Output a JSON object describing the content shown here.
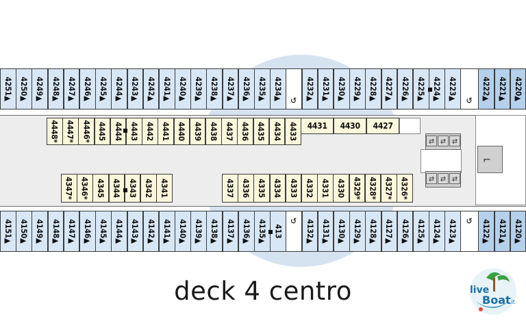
{
  "caption": "deck 4 centro",
  "logo": {
    "text_top": "live",
    "text_bottom": "Boat",
    "suffix": ".it"
  },
  "cabins": {
    "top_outer": [
      "4251▲",
      "4250▲",
      "4249▲",
      "4248▲",
      "4247▲",
      "4246▲",
      "4245▲",
      "4244▲",
      "4243▲",
      "4242▲",
      "4241▲",
      "4240▲",
      "4239▲",
      "4238▲",
      "4237▲",
      "4236▲",
      "4235▲",
      "4234▲",
      "",
      "4232▲",
      "4231▲",
      "4230▲",
      "4229▲",
      "4228▲",
      "4227▲",
      "4226▲",
      "4225▲",
      "4224▲",
      "4223▲",
      "",
      "4222▲",
      "4221▲",
      "4220▲"
    ],
    "top_inner": [
      "4448*",
      "4447*",
      "4446*",
      "4445",
      "4444",
      "4443",
      "4442",
      "4441",
      "4440",
      "4439",
      "4438",
      "4437",
      "4436",
      "4435",
      "4434",
      "4433"
    ],
    "top_inner_h": [
      "4431",
      "4430",
      "4427"
    ],
    "bottom_inner_left": [
      "4347*",
      "4346*",
      "4345",
      "4344",
      "4343",
      "4342",
      "4341"
    ],
    "bottom_inner_right": [
      "4337",
      "4336",
      "4335",
      "4334",
      "4333",
      "4332",
      "4331",
      "4330",
      "4329*",
      "4328*",
      "4327*",
      "4326*"
    ],
    "bottom_outer": [
      "4151▲",
      "4150▲",
      "4149▲",
      "4148▲",
      "4147▲",
      "4146▲",
      "4145▲",
      "4144▲",
      "4143▲",
      "4142▲",
      "4141▲",
      "4140▲",
      "4139▲",
      "4138▲",
      "4137▲",
      "4136▲",
      "4135▲",
      "413",
      "",
      "4132▲",
      "4131▲",
      "4130▲",
      "4129▲",
      "4128▲",
      "4127▲",
      "4126▲",
      "4125▲",
      "4124▲",
      "4123▲",
      "",
      "4122▲",
      "4121▲",
      "4120▲"
    ]
  },
  "colors": {
    "outer": "#d8e7f6",
    "outer_dark": "#b5d0ea",
    "inner": "#fcf6dc",
    "hull_ellipse": "#d5e3f1"
  }
}
